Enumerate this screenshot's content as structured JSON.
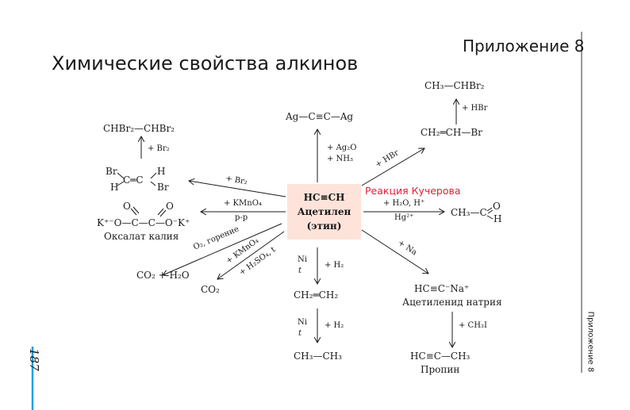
{
  "header": {
    "appendix_label": "Приложение 8",
    "title": "Химические свойства алкинов"
  },
  "margin": {
    "page_number": "187",
    "side_label": "Приложение 8",
    "accent_color": "#1aa3e0"
  },
  "center": {
    "formula": "HC≡CH",
    "name": "Ацетилен",
    "alt_name": "(этин)",
    "bg_color": "#fde3da"
  },
  "top": {
    "product": "Ag—C≡C—Ag",
    "reagent1": "+ Ag₂O",
    "reagent2": "+ NH₃"
  },
  "hbr": {
    "reagent_diag": "+ HBr",
    "intermediate": "CH₂═CH—Br",
    "reagent_up": "+ HBr",
    "product": "CH₃—CHBr₂"
  },
  "kucherov": {
    "title": "Реакция Кучерова",
    "title_color": "#e0203a",
    "reagent_top": "+ H₂O, H⁺",
    "reagent_bottom": "Hg²⁺",
    "product_left": "CH₃—C",
    "product_o": "O",
    "product_h": "H"
  },
  "sodium": {
    "reagent": "+ Na",
    "product": "HC≡C⁻Na⁺",
    "product_name": "Ацетиленид натрия",
    "reagent2": "+ CH₃I",
    "product2": "HC≡C—CH₃",
    "product2_name": "Пропин"
  },
  "hydrogenation": {
    "catalyst1": "Ni",
    "temp1": "t",
    "reagent1": "+ H₂",
    "product1": "CH₂═CH₂",
    "catalyst2": "Ni",
    "temp2": "t",
    "reagent2": "+ H₂",
    "product2": "CH₃—CH₃"
  },
  "bromination": {
    "reagent": "+ Br₂",
    "dibromo_br1": "Br",
    "dibromo_h1": "H",
    "dibromo_core": "C═C",
    "dibromo_h2": "H",
    "dibromo_br2": "Br",
    "reagent_up": "+ Br₂",
    "product": "CHBr₂—CHBr₂"
  },
  "oxidation": {
    "reagent_top": "+ KMnO₄",
    "reagent_bottom": "р-р",
    "oxalate_o1": "O",
    "oxalate_o2": "O",
    "oxalate_formula": "K⁺⁻O—C—C—O⁻K⁺",
    "oxalate_name": "Оксалат калия"
  },
  "combustion": {
    "reagent": "O₂, горение",
    "product": "CO₂ + H₂O"
  },
  "acid_oxidation": {
    "reagent1": "+ KMnO₄",
    "reagent2": "+ H₂SO₄, t",
    "product": "CO₂"
  }
}
